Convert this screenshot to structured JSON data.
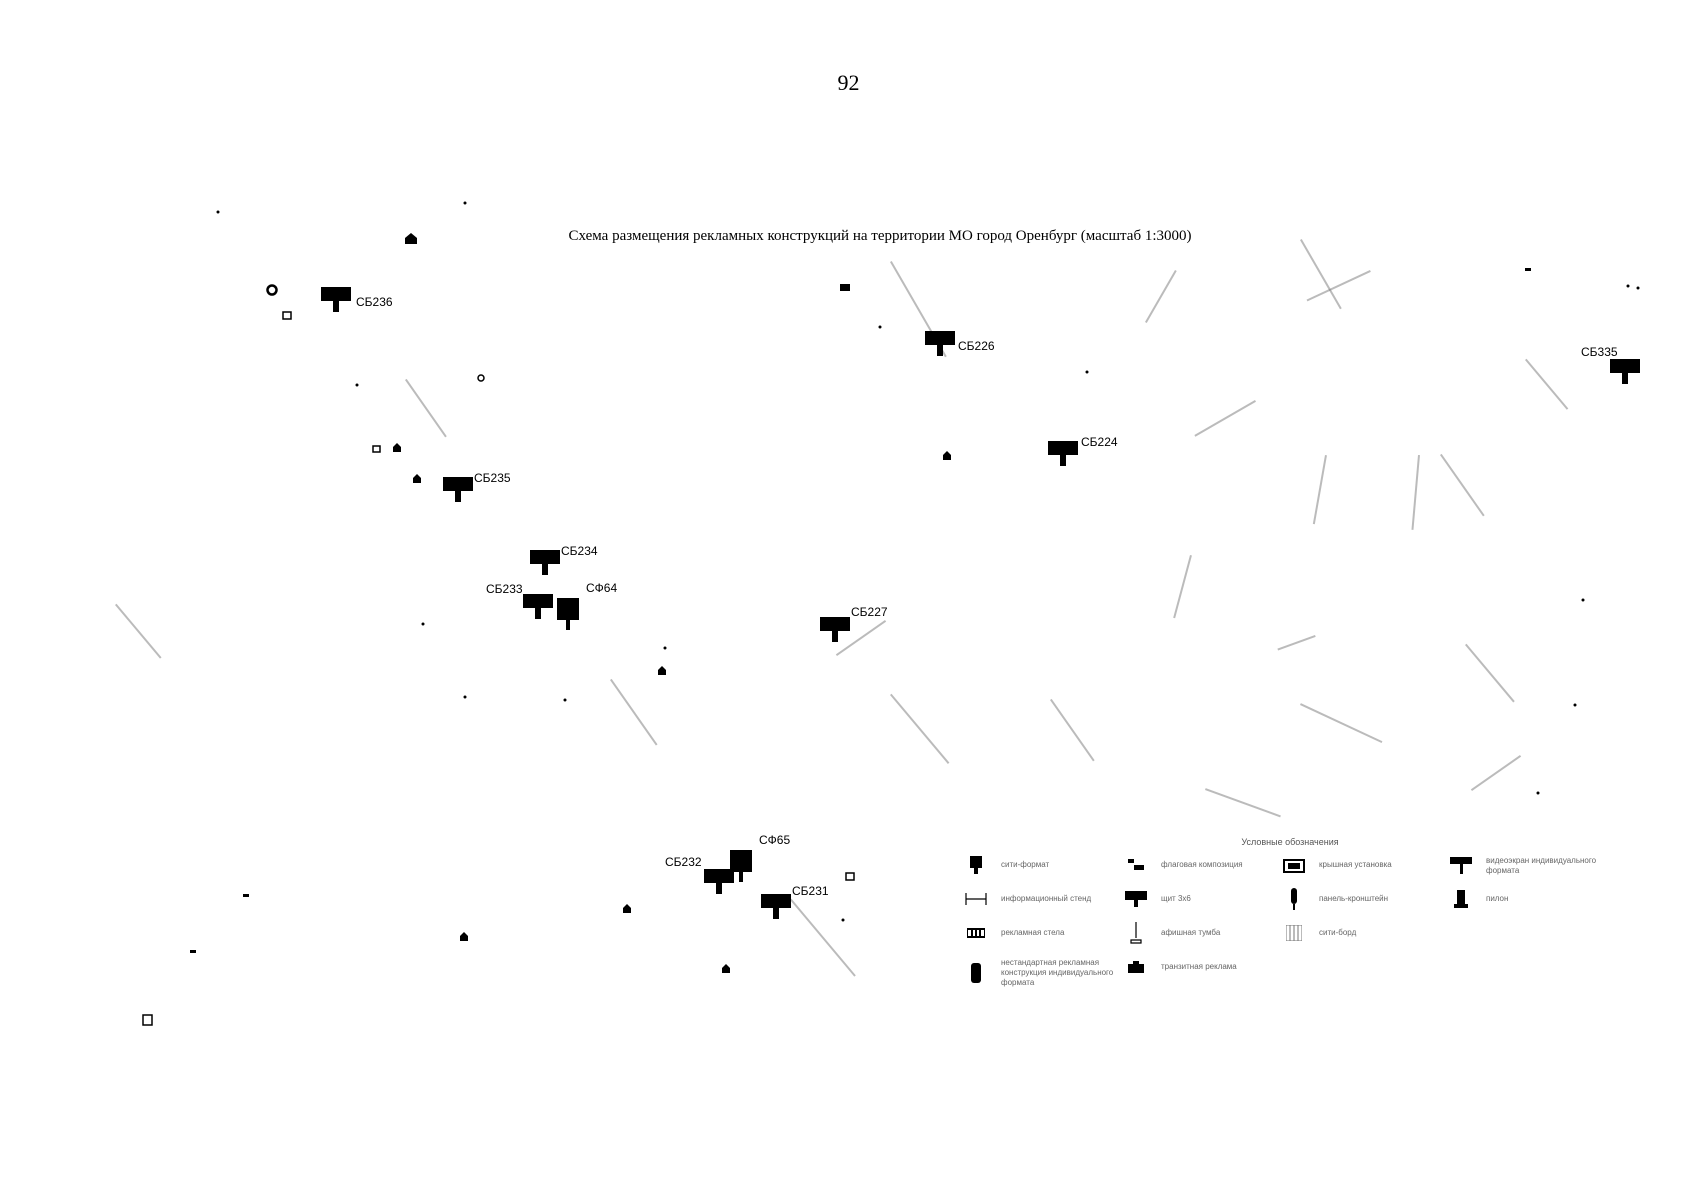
{
  "page_number": "92",
  "title": "Схема размещения рекламных конструкций на территории МО город Оренбург (масштаб 1:3000)",
  "markers": [
    {
      "id": "СБ236",
      "type": "billboard"
    },
    {
      "id": "СБ226",
      "type": "billboard"
    },
    {
      "id": "СБ335",
      "type": "billboard"
    },
    {
      "id": "СБ224",
      "type": "billboard"
    },
    {
      "id": "СБ235",
      "type": "billboard"
    },
    {
      "id": "СБ234",
      "type": "billboard"
    },
    {
      "id": "СБ233",
      "type": "billboard"
    },
    {
      "id": "СФ64",
      "type": "flag"
    },
    {
      "id": "СБ227",
      "type": "billboard"
    },
    {
      "id": "СФ65",
      "type": "flag"
    },
    {
      "id": "СБ232",
      "type": "billboard"
    },
    {
      "id": "СБ231",
      "type": "billboard"
    }
  ],
  "legend": {
    "title": "Условные обозначения",
    "items": [
      {
        "label": "сити-формат",
        "icon": "citylight-icon"
      },
      {
        "label": "флаговая композиция",
        "icon": "flag-composition-icon"
      },
      {
        "label": "крышная установка",
        "icon": "roof-installation-icon"
      },
      {
        "label": "видеоэкран индивидуального формата",
        "icon": "video-screen-icon"
      },
      {
        "label": "информационный стенд",
        "icon": "info-stand-icon"
      },
      {
        "label": "щит 3х6",
        "icon": "billboard-icon"
      },
      {
        "label": "панель-кронштейн",
        "icon": "bracket-panel-icon"
      },
      {
        "label": "пилон",
        "icon": "pylon-icon"
      },
      {
        "label": "рекламная стела",
        "icon": "stele-icon"
      },
      {
        "label": "афишная тумба",
        "icon": "poster-column-icon"
      },
      {
        "label": "сити-борд",
        "icon": "city-board-icon"
      },
      {
        "label": "нестандартная рекламная конструкция индивидуального формата",
        "icon": "custom-structure-icon"
      },
      {
        "label": "транзитная реклама",
        "icon": "transit-ad-icon"
      }
    ]
  }
}
